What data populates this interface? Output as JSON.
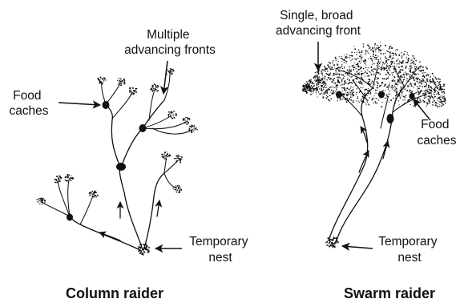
{
  "panels": {
    "column": {
      "caption": "Column raider",
      "food_caches": [
        "Food",
        "caches"
      ],
      "fronts": [
        "Multiple",
        "advancing fronts"
      ],
      "nest": [
        "Temporary",
        "nest"
      ]
    },
    "swarm": {
      "caption": "Swarm raider",
      "front": [
        "Single, broad",
        "advancing front"
      ],
      "food_caches": [
        "Food",
        "caches"
      ],
      "nest": [
        "Temporary",
        "nest"
      ]
    }
  },
  "colors": {
    "ink": "#111111",
    "background": "#ffffff"
  },
  "icons": [
    "ant-trail",
    "food-cache-dot",
    "flow-arrow",
    "pointer-arrow",
    "stippled-front"
  ]
}
